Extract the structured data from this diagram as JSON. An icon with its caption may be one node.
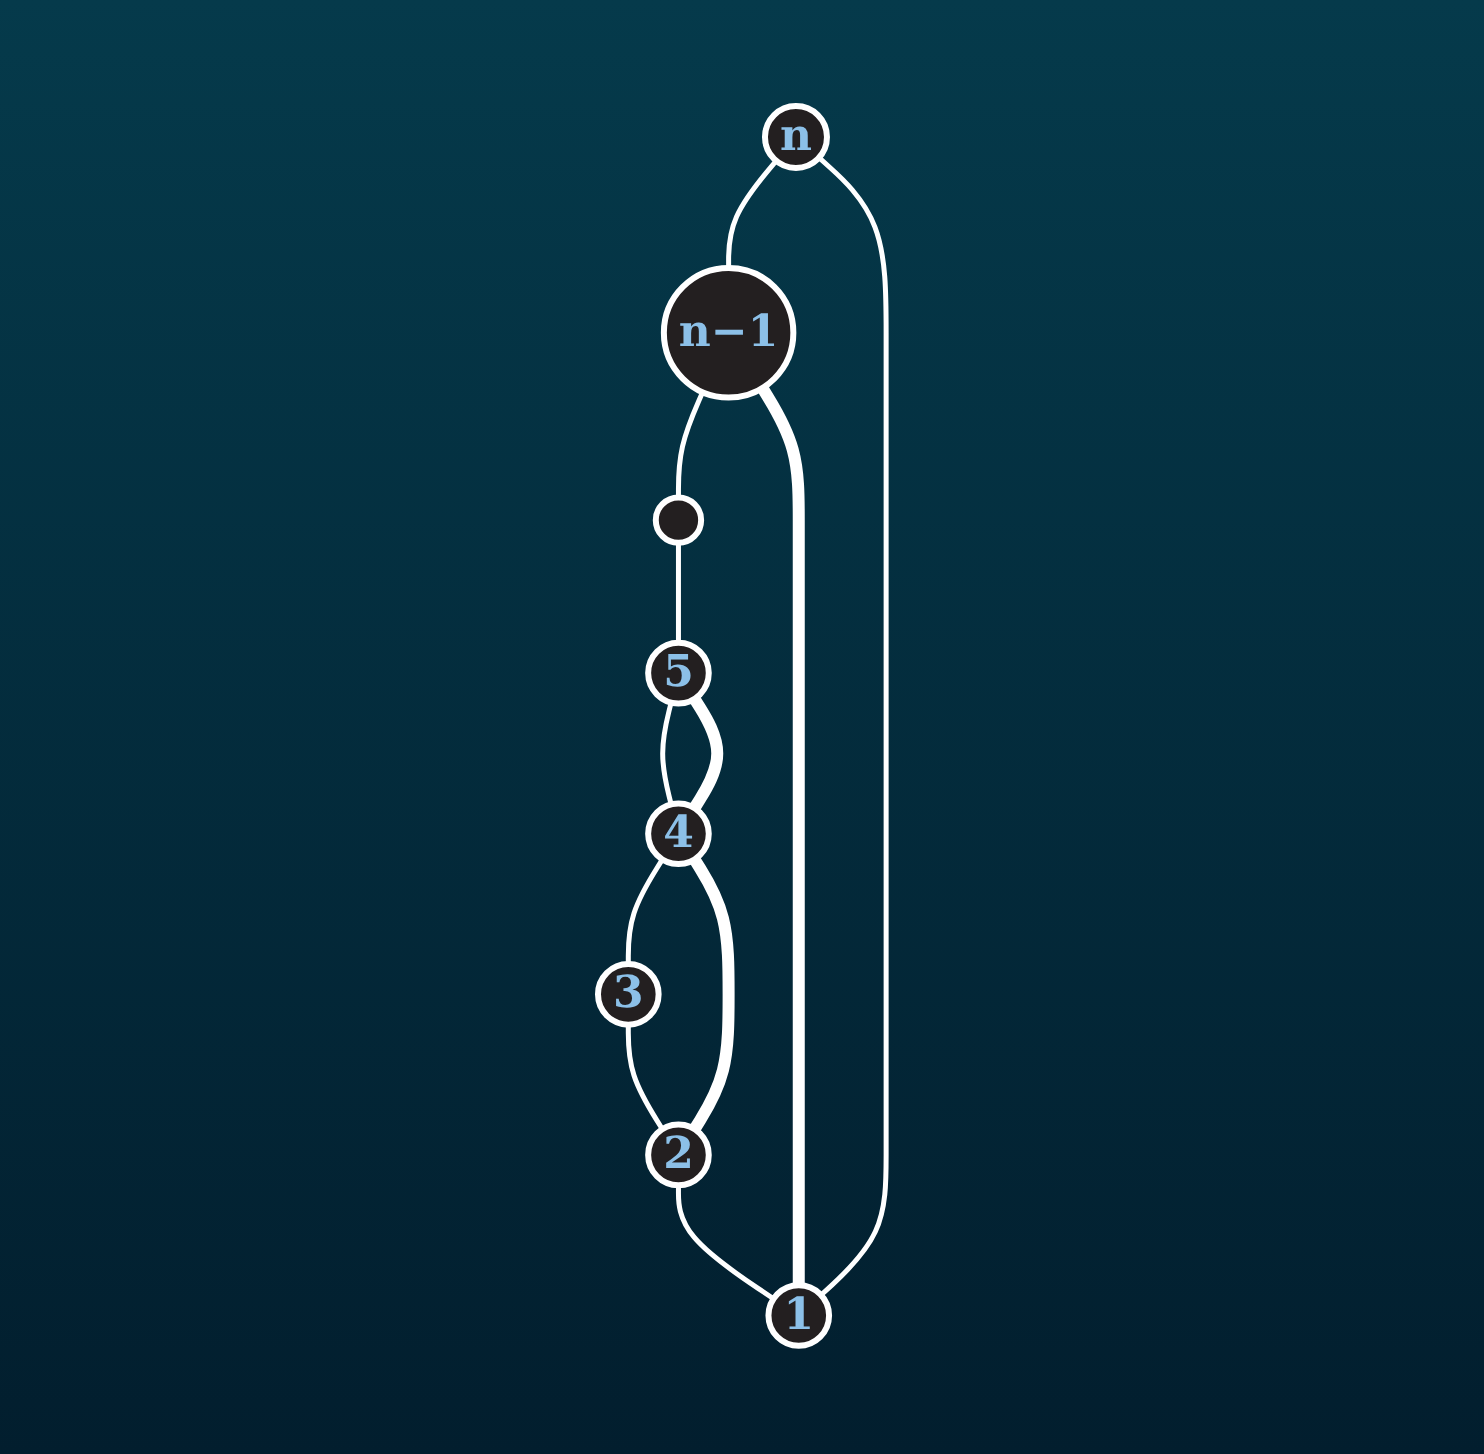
{
  "diagram": {
    "nodes": [
      {
        "text": [
          "n"
        ]
      },
      {
        "text": [
          "1"
        ]
      },
      {
        "text": [
          "n−1"
        ]
      },
      {
        "text": [
          "2"
        ]
      },
      {
        "text": [],
        "shape": "circle"
      },
      {
        "text": [
          "3"
        ]
      },
      {
        "text": [
          "5"
        ]
      },
      {
        "text": [
          "4"
        ]
      }
    ],
    "edges": [
      {
        "from": 0,
        "to": 2,
        "arrow": "none"
      },
      {
        "from": 2,
        "to": 4,
        "arrow": "none"
      },
      {
        "from": 4,
        "to": 6,
        "arrow": "none"
      },
      {
        "from": 6,
        "to": 7,
        "arrow": "none"
      },
      {
        "from": 7,
        "to": 5,
        "arrow": "none"
      },
      {
        "from": 5,
        "to": 3,
        "arrow": "none"
      },
      {
        "from": 3,
        "to": 1,
        "arrow": "none"
      },
      {
        "from": 1,
        "to": 0,
        "arrow": "none"
      },
      {
        "from": 1,
        "to": 2,
        "arrow": "none",
        "style": "thick"
      },
      {
        "from": 3,
        "to": 7,
        "arrow": "none",
        "style": "thick"
      },
      {
        "from": 7,
        "to": 6,
        "arrow": "none",
        "style": "thick"
      }
    ]
  }
}
